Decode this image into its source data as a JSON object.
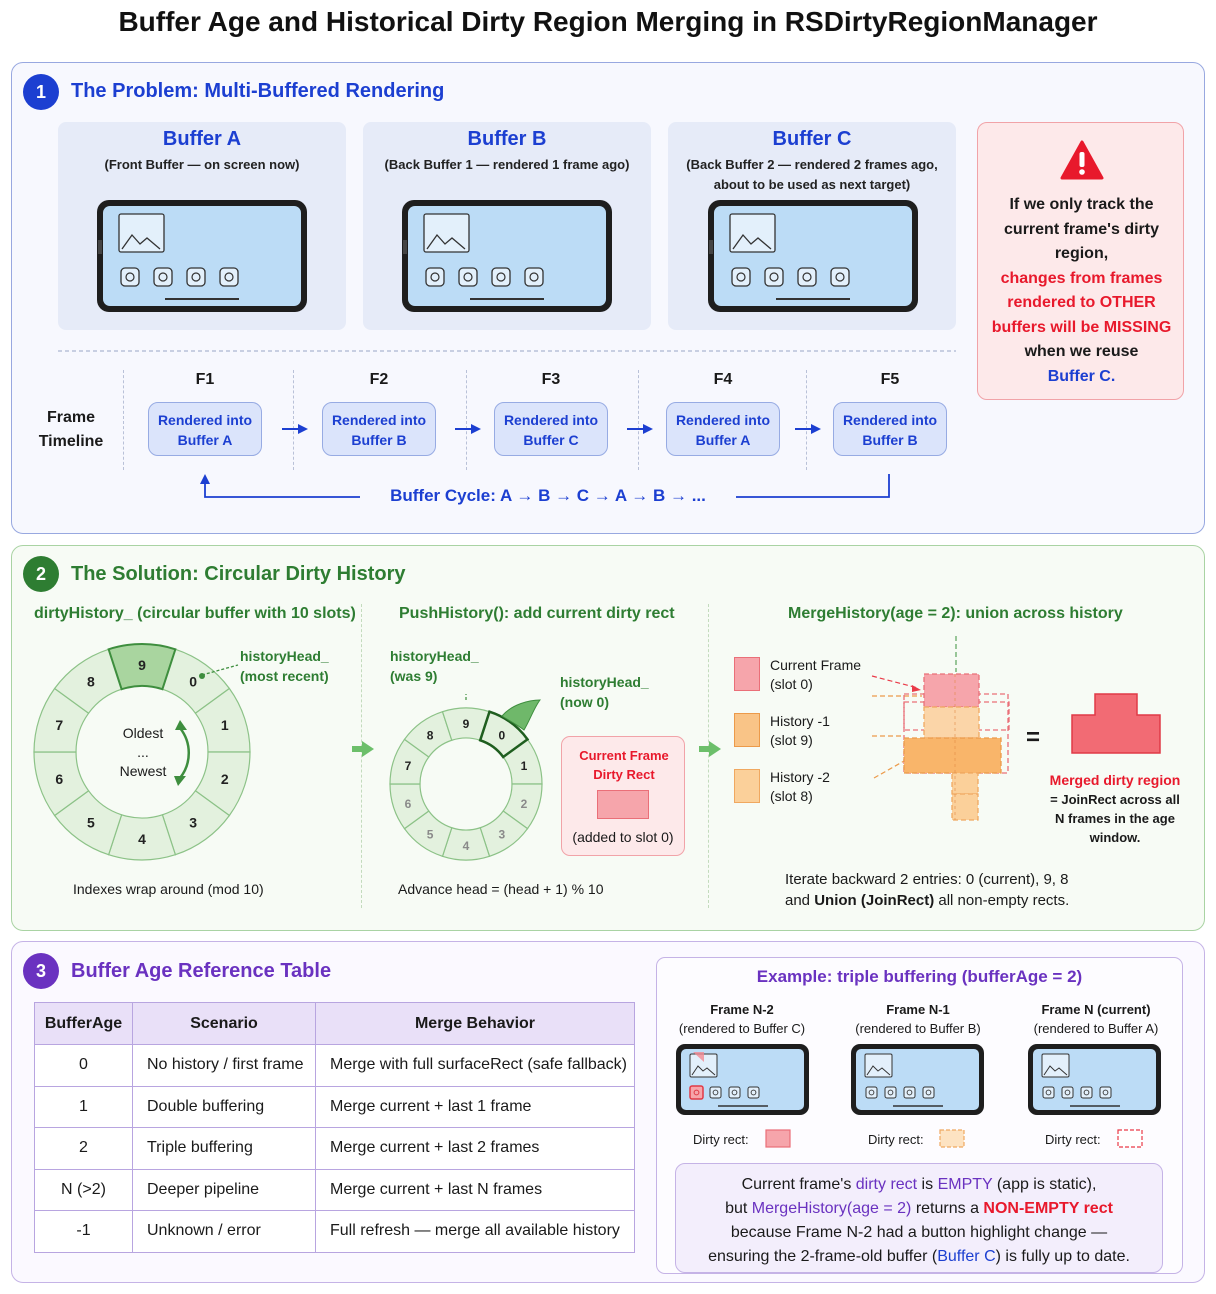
{
  "title": "Buffer Age and Historical Dirty Region Merging in RSDirtyRegionManager",
  "colors": {
    "blue": "#1c3fd1",
    "green": "#2e7d32",
    "purple": "#6a32c0",
    "red": "#e8192c"
  },
  "section1": {
    "number": "1",
    "title": "The Problem: Multi-Buffered Rendering",
    "buffers": [
      {
        "name": "Buffer A",
        "desc": "(Front Buffer — on screen now)"
      },
      {
        "name": "Buffer B",
        "desc": "(Back Buffer 1 — rendered 1 frame ago)"
      },
      {
        "name": "Buffer C",
        "desc": "(Back Buffer 2 — rendered 2 frames ago, about to be used as next target)"
      }
    ],
    "warning": {
      "icon": "warning-icon",
      "text1": "If we only track the current frame's dirty region,",
      "text2": "changes from frames rendered to OTHER buffers will be MISSING",
      "text3": "when we reuse",
      "text4": "Buffer C."
    },
    "timeline_label": "Frame Timeline",
    "frames": [
      {
        "label": "F1",
        "text": "Rendered into Buffer A"
      },
      {
        "label": "F2",
        "text": "Rendered into Buffer B"
      },
      {
        "label": "F3",
        "text": "Rendered into Buffer C"
      },
      {
        "label": "F4",
        "text": "Rendered into Buffer A"
      },
      {
        "label": "F5",
        "text": "Rendered into Buffer B"
      }
    ],
    "cycle": "Buffer Cycle: A → B → C → A → B → ..."
  },
  "section2": {
    "number": "2",
    "title": "The Solution: Circular Dirty History",
    "col1": {
      "heading": "dirtyHistory_ (circular buffer with 10 slots)",
      "slots": [
        "0",
        "1",
        "2",
        "3",
        "4",
        "5",
        "6",
        "7",
        "8",
        "9"
      ],
      "head_label": "historyHead_",
      "head_sub": "(most recent)",
      "center1": "Oldest",
      "center2": "...",
      "center3": "Newest",
      "caption": "Indexes wrap around (mod 10)"
    },
    "col2": {
      "heading": "PushHistory(): add current dirty rect",
      "was_label": "historyHead_",
      "was_sub": "(was 9)",
      "now_label": "historyHead_",
      "now_sub": "(now 0)",
      "card_title": "Current Frame Dirty Rect",
      "card_sub": "(added to slot 0)",
      "caption": "Advance head = (head + 1) % 10"
    },
    "col3": {
      "heading": "MergeHistory(age = 2): union across history",
      "legend": [
        {
          "name": "Current Frame",
          "slot": "(slot 0)",
          "color": "#f6a5ab"
        },
        {
          "name": "History -1",
          "slot": "(slot 9)",
          "color": "#f9c487"
        },
        {
          "name": "History -2",
          "slot": "(slot 8)",
          "color": "#fbd09a"
        }
      ],
      "equals": "=",
      "merged_title": "Merged dirty region",
      "merged_desc": "= JoinRect across all N frames in the age window.",
      "iterate1": "Iterate backward 2 entries: 0 (current), 9, 8",
      "iterate2a": "and ",
      "iterate2b": "Union (JoinRect)",
      "iterate2c": " all non-empty rects."
    }
  },
  "section3": {
    "number": "3",
    "title": "Buffer Age Reference Table",
    "table": {
      "headers": [
        "BufferAge",
        "Scenario",
        "Merge Behavior"
      ],
      "rows": [
        [
          "0",
          "No history / first frame",
          "Merge with full surfaceRect (safe fallback)"
        ],
        [
          "1",
          "Double buffering",
          "Merge current + last 1 frame"
        ],
        [
          "2",
          "Triple buffering",
          "Merge current + last 2 frames"
        ],
        [
          "N (>2)",
          "Deeper pipeline",
          "Merge current + last N frames"
        ],
        [
          "-1",
          "Unknown / error",
          "Full refresh — merge all available history"
        ]
      ]
    },
    "example": {
      "title": "Example: triple buffering (bufferAge = 2)",
      "frames": [
        {
          "name": "Frame N-2",
          "sub": "(rendered to Buffer C)",
          "dirty": "Dirty rect:"
        },
        {
          "name": "Frame N-1",
          "sub": "(rendered to Buffer B)",
          "dirty": "Dirty rect:"
        },
        {
          "name": "Frame N (current)",
          "sub": "(rendered to Buffer A)",
          "dirty": "Dirty rect:"
        }
      ],
      "note": {
        "l1a": "Current frame's ",
        "l1b": "dirty rect",
        "l1c": " is ",
        "l1d": "EMPTY",
        "l1e": " (app is static),",
        "l2a": "but ",
        "l2b": "MergeHistory(age = 2)",
        "l2c": " returns a ",
        "l2d": "NON-EMPTY rect",
        "l3": "because Frame N-2 had a button highlight change —",
        "l4a": "ensuring the 2-frame-old buffer (",
        "l4b": "Buffer C",
        "l4c": ") is fully up to date."
      }
    }
  }
}
